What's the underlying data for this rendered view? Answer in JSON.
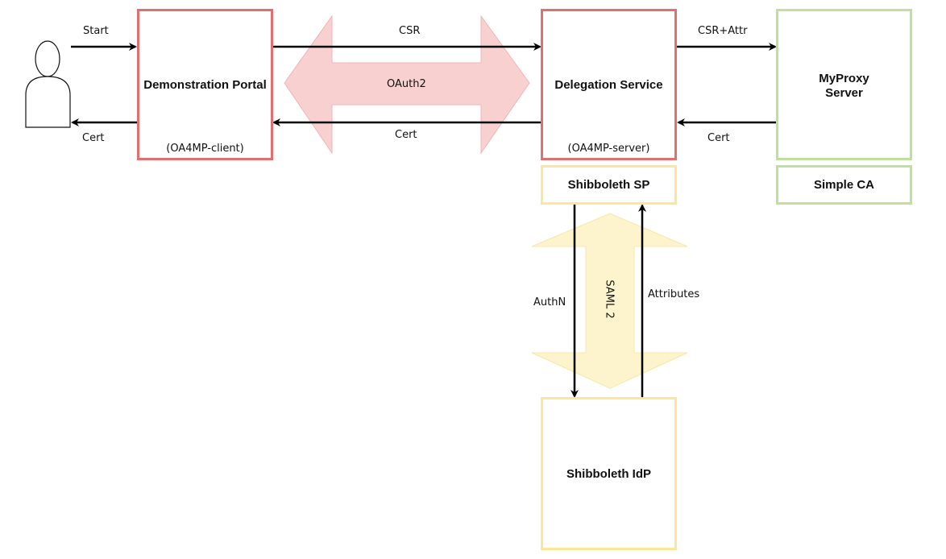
{
  "nodes": {
    "portal": {
      "title": "Demonstration Portal",
      "subtitle": "(OA4MP-client)"
    },
    "delegation": {
      "title": "Delegation Service",
      "subtitle": "(OA4MP-server)"
    },
    "myproxy": {
      "title_line1": "MyProxy",
      "title_line2": "Server"
    },
    "shib_sp": {
      "title": "Shibboleth SP"
    },
    "simple_ca": {
      "title": "Simple CA"
    },
    "shib_idp": {
      "title": "Shibboleth IdP"
    }
  },
  "edges": {
    "start": "Start",
    "cert_user": "Cert",
    "csr": "CSR",
    "cert_portal": "Cert",
    "csr_attr": "CSR+Attr",
    "cert_myproxy": "Cert",
    "authn": "AuthN",
    "attributes": "Attributes"
  },
  "protocols": {
    "oauth2": "OAuth2",
    "saml2": "SAML 2"
  },
  "colors": {
    "oa4mp": "#e07070",
    "shibboleth": "#fde59a",
    "myproxy": "#bfe09f"
  }
}
